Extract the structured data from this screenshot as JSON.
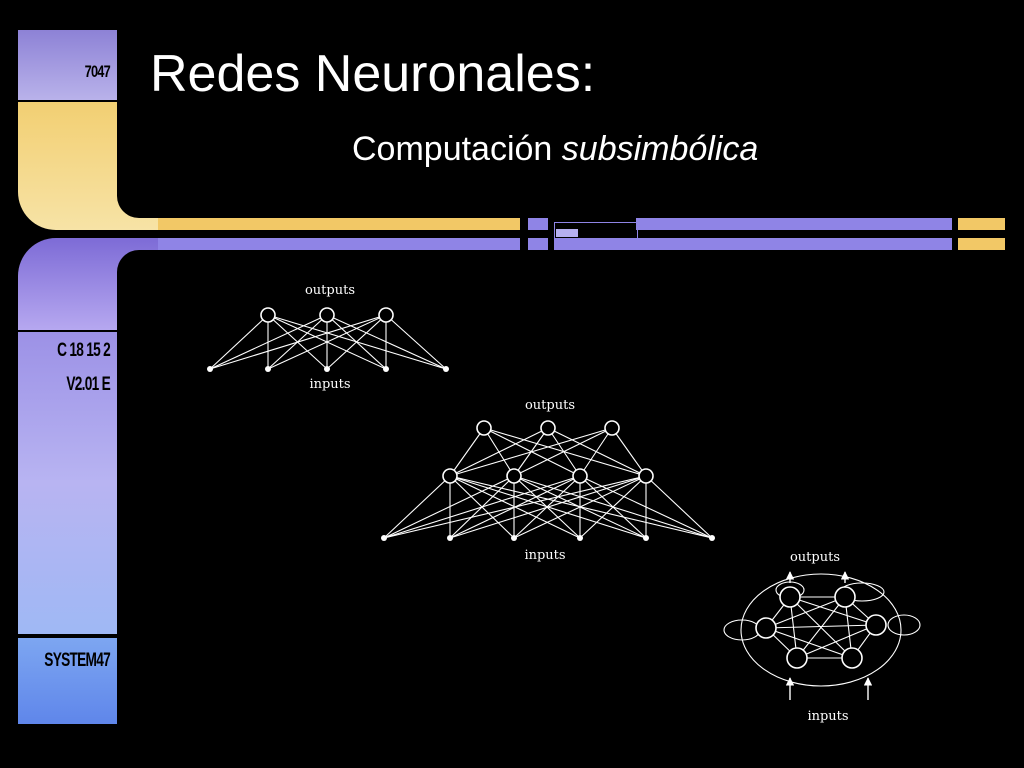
{
  "slide": {
    "title": "Redes Neuronales:",
    "subtitle_plain": "Computación",
    "subtitle_italic": "subsimbólica"
  },
  "lcars": {
    "top_code": "7047",
    "side_code_1": "C 18 15 2",
    "side_code_2": "V2.01 E",
    "bottom_code": "SYSTEM47",
    "colors": {
      "gold": "#f2c866",
      "violet": "#8f84e6",
      "blue": "#6f93ec"
    }
  },
  "diagrams": [
    {
      "kind": "two-layer feedforward network",
      "top_label": "outputs",
      "bottom_label": "inputs"
    },
    {
      "kind": "three-layer feedforward network",
      "top_label": "outputs",
      "bottom_label": "inputs"
    },
    {
      "kind": "recurrent network",
      "top_label": "outputs",
      "bottom_label": "inputs"
    }
  ]
}
